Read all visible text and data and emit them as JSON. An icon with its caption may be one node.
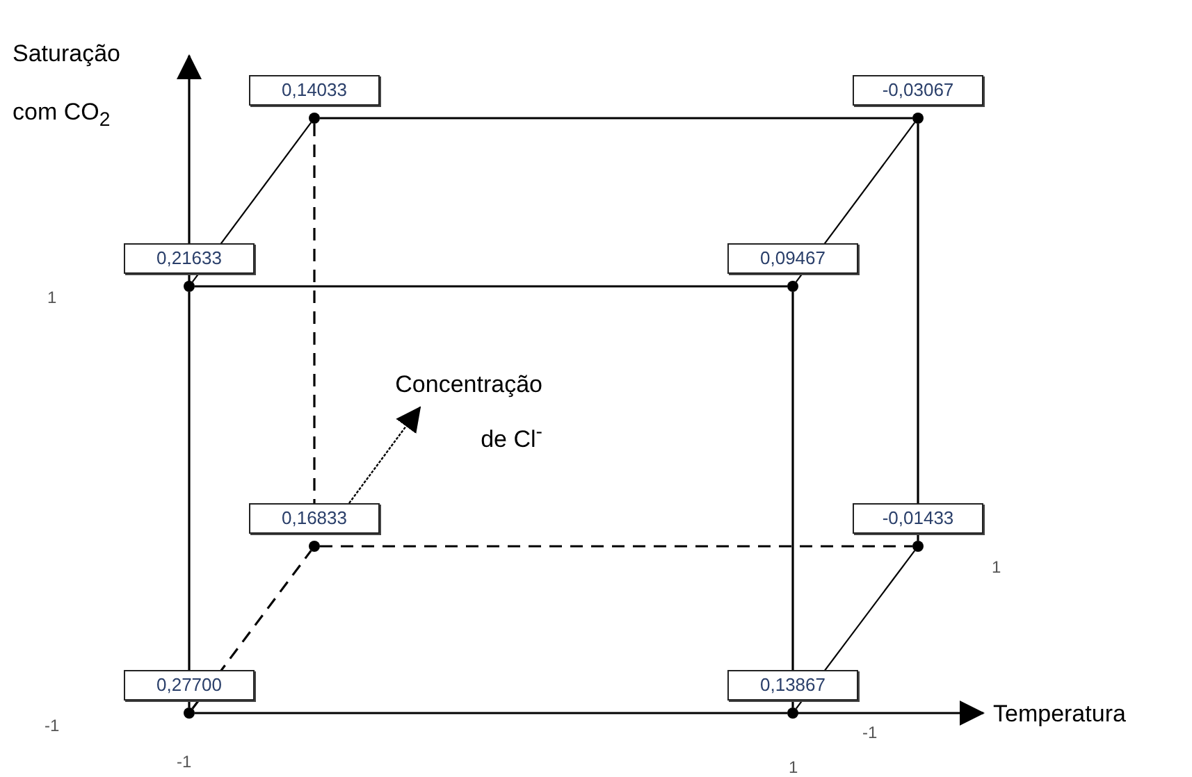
{
  "diagram": {
    "nodes": [
      {
        "text": [],
        "shape": "circle",
        "beside": [
          "0,14033"
        ]
      },
      {
        "text": [],
        "shape": "circle",
        "beside": [
          "-0,03067"
        ]
      },
      {
        "text": [],
        "shape": "circle",
        "beside": [
          "0,21633"
        ]
      },
      {
        "text": [],
        "shape": "circle",
        "beside": [
          "0,09467"
        ]
      },
      {
        "text": [],
        "shape": "circle",
        "beside": [
          "0,16833"
        ]
      },
      {
        "text": [],
        "shape": "circle",
        "beside": [
          "-0,01433"
        ]
      },
      {
        "text": [],
        "shape": "circle",
        "beside": [
          "0,27700"
        ]
      },
      {
        "text": [],
        "shape": "circle",
        "beside": [
          "0,13867"
        ]
      }
    ],
    "edges": [
      {
        "from": 0,
        "to": 1,
        "arrow": "none"
      },
      {
        "from": 2,
        "to": 3,
        "arrow": "none"
      },
      {
        "from": 0,
        "to": 4,
        "arrow": "none",
        "style": "dashed"
      },
      {
        "from": 4,
        "to": 5,
        "arrow": "none",
        "style": "dashed"
      },
      {
        "from": 1,
        "to": 5,
        "arrow": "none"
      },
      {
        "from": 2,
        "to": 6,
        "arrow": "none"
      },
      {
        "from": 3,
        "to": 7,
        "arrow": "none"
      },
      {
        "from": 6,
        "to": 7,
        "arrow": "none"
      },
      {
        "from": 2,
        "to": 0,
        "arrow": "none"
      },
      {
        "from": 3,
        "to": 1,
        "arrow": "none"
      },
      {
        "from": 6,
        "to": 4,
        "arrow": "none",
        "style": "dashed"
      },
      {
        "from": 7,
        "to": 5,
        "arrow": "none"
      }
    ],
    "labels": [
      "Saturação com CO$_{2}$",
      "1",
      "Concentração de Cl$^{-}$",
      "1",
      "Temperatura",
      "-1",
      "-1",
      "-1",
      "1"
    ]
  }
}
